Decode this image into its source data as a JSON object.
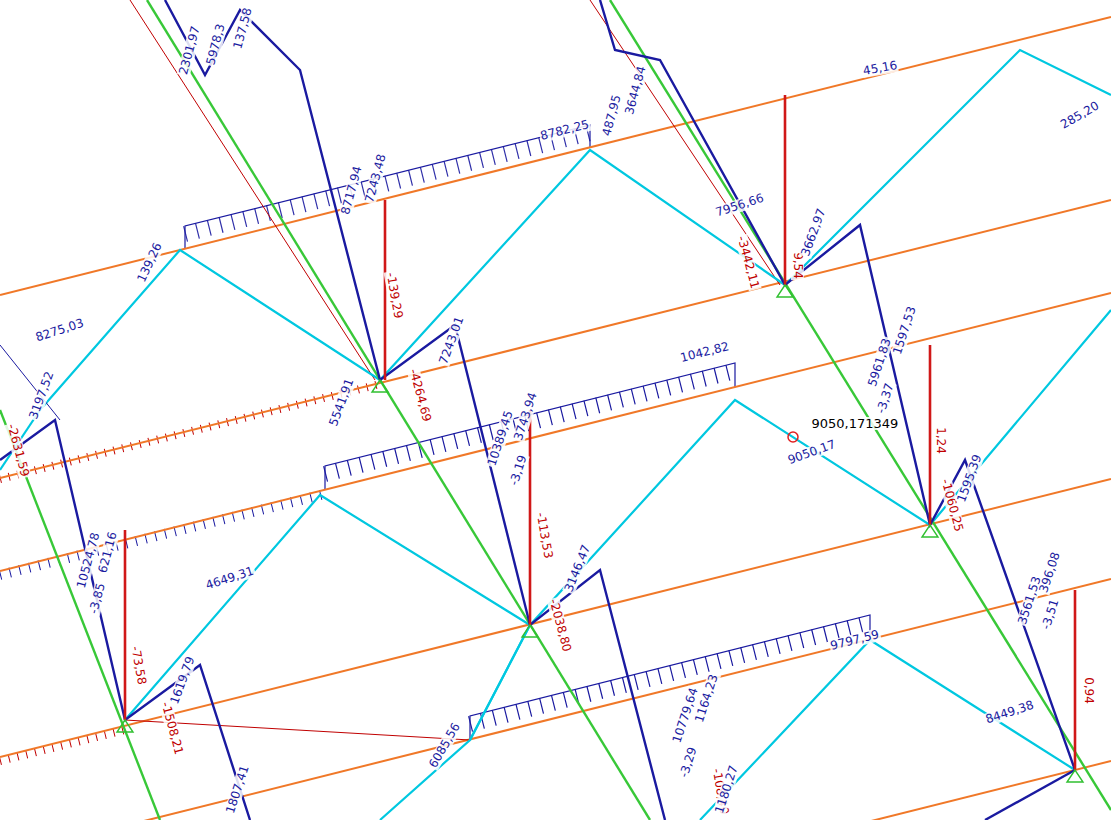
{
  "diagram": {
    "labels": [
      "2301,97",
      "5978,3",
      "137,58",
      "8782,25",
      "8717,94",
      "7243,48",
      "-139,29",
      "139,26",
      "7956,66",
      "8275,03",
      "7243,01",
      "-4264,69",
      "3197,52",
      "-2631,59",
      "487,95",
      "3644,84",
      "9,54",
      "-3442,11",
      "3662,97",
      "45,16",
      "285,20",
      "1042,82",
      "9050,171349",
      "9050,17",
      "10389,45",
      "3743,94",
      "-3,19",
      "5961,83",
      "1597,53",
      "-3,37",
      "1,24",
      "-1060,25",
      "1595,39",
      "5541,91",
      "-113,53",
      "3146,47",
      "-2038,80",
      "4649,31",
      "10524,78",
      "621,16",
      "-3,85",
      "-73,58",
      "1619,79",
      "-1508,21",
      "3561,53",
      "396,08",
      "-3,51",
      "0,94",
      "9797,59",
      "8449,38",
      "10779,64",
      "1164,23",
      "-3,29",
      "-108,40",
      "6085,56",
      "1807,41",
      "1180,27"
    ]
  }
}
